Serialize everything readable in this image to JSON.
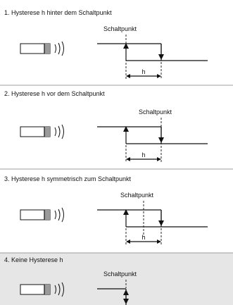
{
  "sections": [
    {
      "title": "1. Hysterese h hinter dem Schaltpunkt",
      "switchpoint_label": "Schaltpunkt",
      "hysteresis_label": "h",
      "mode": "behind"
    },
    {
      "title": "2. Hysterese h vor dem Schaltpunkt",
      "switchpoint_label": "Schaltpunkt",
      "hysteresis_label": "h",
      "mode": "before"
    },
    {
      "title": "3. Hysterese h symmetrisch zum Schaltpunkt",
      "switchpoint_label": "Schaltpunkt",
      "hysteresis_label": "h",
      "mode": "symmetric"
    },
    {
      "title": "4. Keine Hysterese h",
      "switchpoint_label": "Schaltpunkt",
      "hysteresis_label": "",
      "mode": "none"
    }
  ],
  "colors": {
    "line": "#111111",
    "sensor_fill": "#ffffff",
    "sensor_cap": "#9a9a9a",
    "separator": "#7f7f7f",
    "section4_background": "#e6e6e6"
  },
  "icons": {
    "sensor": "proximity-sensor-icon",
    "waves": "signal-waves-icon"
  }
}
